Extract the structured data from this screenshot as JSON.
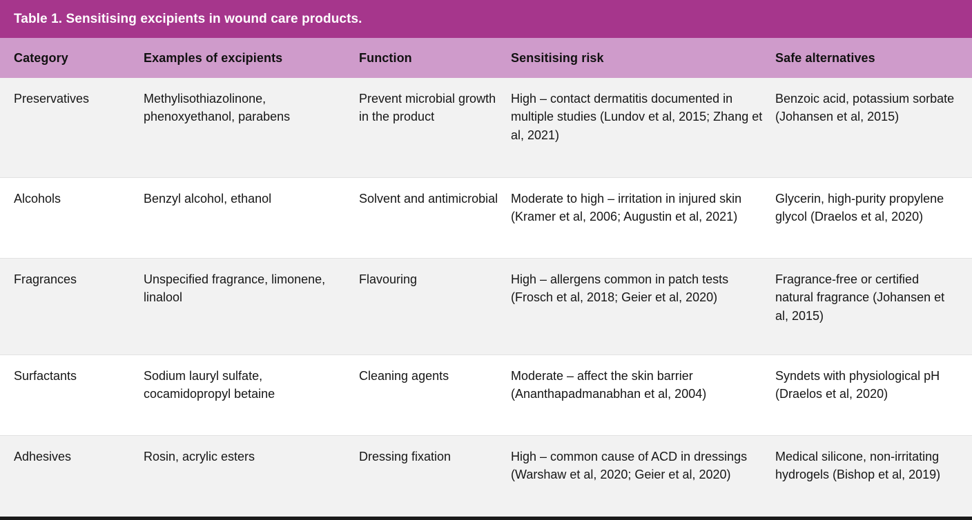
{
  "table": {
    "title": "Table 1. Sensitising excipients in wound care products.",
    "colors": {
      "title_band": "#a6368c",
      "header_band": "#cf9bcb",
      "stripe_row": "#f2f2f2",
      "plain_row": "#ffffff",
      "bottom_rule": "#1a1a1a",
      "row_divider": "#e2e2e2",
      "title_text": "#ffffff",
      "body_text": "#161616"
    },
    "columns": [
      "Category",
      "Examples of excipients",
      "Function",
      "Sensitising risk",
      "Safe alternatives"
    ],
    "rows": [
      {
        "category": "Preservatives",
        "examples": "Methylisothiazolinone, phenoxyethanol, parabens",
        "function": "Prevent microbial growth in the product",
        "risk": "High – contact dermatitis documented in multiple studies (Lundov et al, 2015; Zhang et al, 2021)",
        "alternatives": "Benzoic acid, potassium sorbate (Johansen et al, 2015)"
      },
      {
        "category": "Alcohols",
        "examples": "Benzyl alcohol, ethanol",
        "function": "Solvent and antimicrobial",
        "risk": "Moderate to high – irritation in injured skin (Kramer et al, 2006; Augustin et al, 2021)",
        "alternatives": "Glycerin, high-purity propylene glycol (Draelos et al, 2020)"
      },
      {
        "category": "Fragrances",
        "examples": "Unspecified fragrance, limonene, linalool",
        "function": "Flavouring",
        "risk": "High – allergens common in patch tests (Frosch et al, 2018; Geier et al, 2020)",
        "alternatives": "Fragrance-free or certified natural fragrance (Johansen et al, 2015)"
      },
      {
        "category": "Surfactants",
        "examples": "Sodium lauryl sulfate, cocamidopropyl betaine",
        "function": "Cleaning agents",
        "risk": "Moderate – affect the skin barrier (Ananthapadmanabhan et al, 2004)",
        "alternatives": "Syndets with physiological pH (Draelos et al, 2020)"
      },
      {
        "category": "Adhesives",
        "examples": "Rosin, acrylic esters",
        "function": "Dressing fixation",
        "risk": "High – common cause of ACD in dressings (Warshaw et al, 2020; Geier et al, 2020)",
        "alternatives": "Medical silicone, non-irritating hydrogels (Bishop et al, 2019)"
      }
    ]
  }
}
